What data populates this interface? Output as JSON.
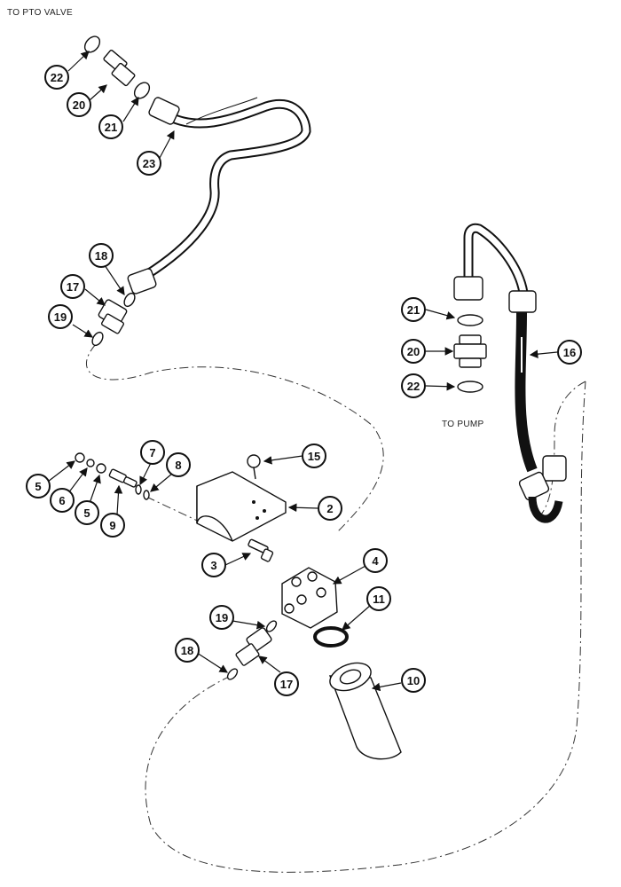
{
  "labels": {
    "to_pto_valve": "TO PTO VALVE",
    "to_pump": "TO PUMP"
  },
  "callouts": {
    "c22a": "22",
    "c20a": "20",
    "c21a": "21",
    "c23": "23",
    "c18a": "18",
    "c17a": "17",
    "c19a": "19",
    "c21b": "21",
    "c20b": "20",
    "c22b": "22",
    "c16": "16",
    "c7": "7",
    "c8": "8",
    "c15": "15",
    "c5a": "5",
    "c6": "6",
    "c5b": "5",
    "c9": "9",
    "c2": "2",
    "c3": "3",
    "c4": "4",
    "c11": "11",
    "c19b": "19",
    "c18b": "18",
    "c17b": "17",
    "c10": "10"
  }
}
